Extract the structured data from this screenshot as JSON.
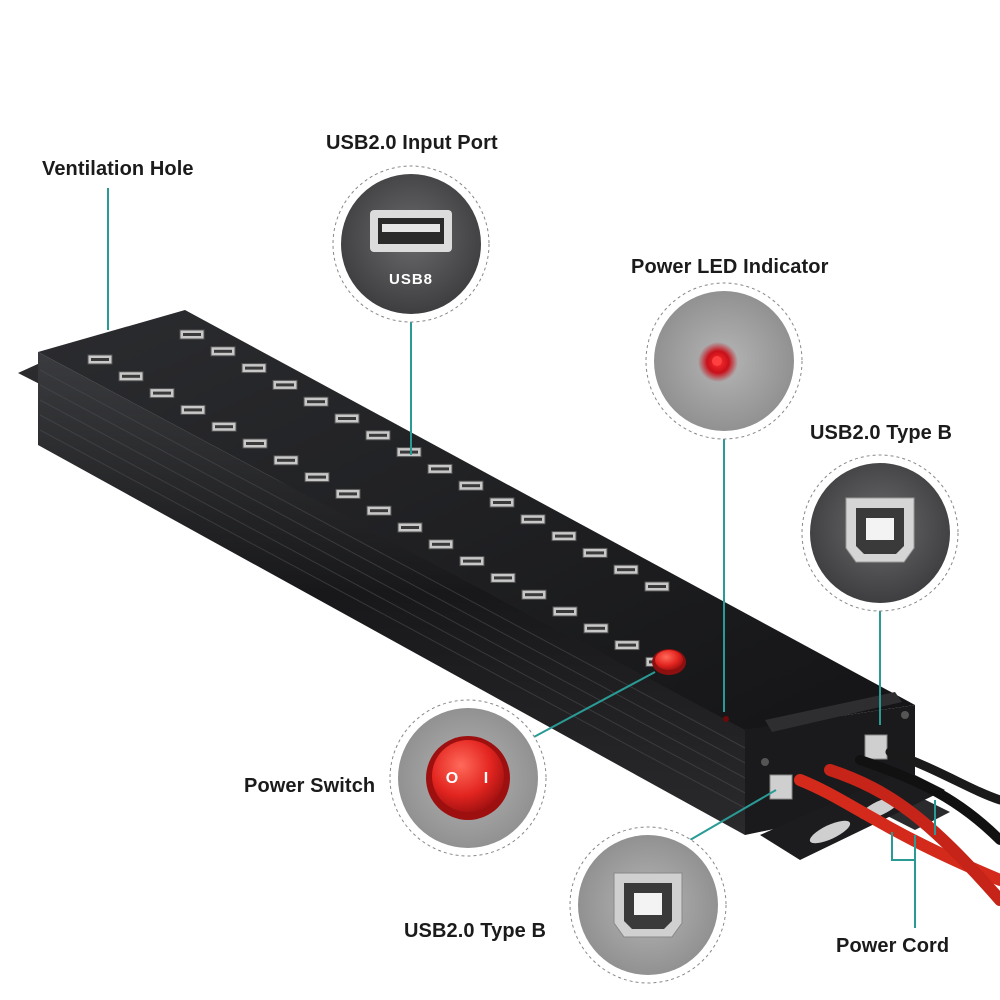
{
  "labels": {
    "ventilation_hole": "Ventilation Hole",
    "usb_input_port": "USB2.0 Input Port",
    "power_led": "Power LED Indicator",
    "usb_type_b_top": "USB2.0 Type B",
    "power_switch": "Power Switch",
    "usb_type_b_bottom": "USB2.0 Type B",
    "power_cord": "Power Cord"
  },
  "port_marking": "USB8",
  "colors": {
    "callout_line": "#2a9a95",
    "hub_body": "#1e1e20",
    "switch_red": "#e32520",
    "led_red": "#e0101a",
    "cable_red": "#d42a1c"
  }
}
